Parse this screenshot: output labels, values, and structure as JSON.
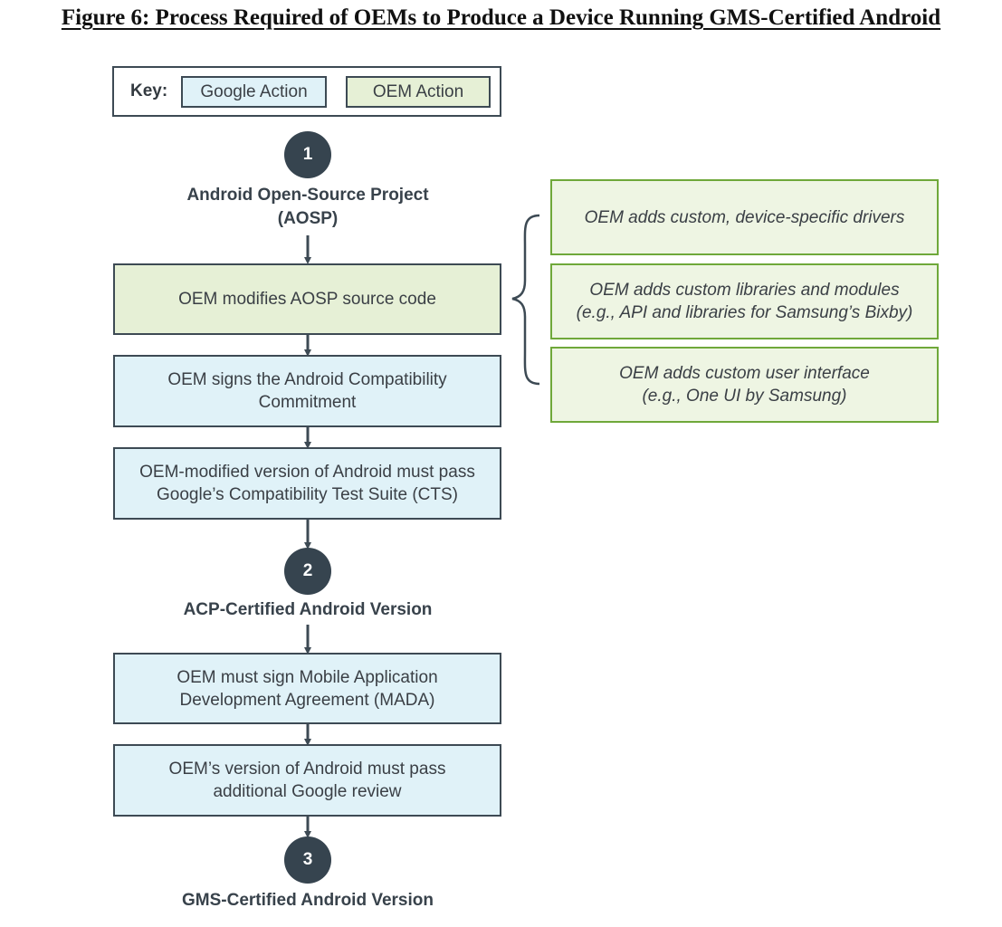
{
  "title": "Figure 6: Process Required of OEMs to Produce a Device Running GMS-Certified Android",
  "key": {
    "label": "Key:",
    "google": "Google Action",
    "oem": "OEM Action"
  },
  "milestones": [
    {
      "number": "1",
      "label_line1": "Android Open-Source Project",
      "label_line2": "(AOSP)"
    },
    {
      "number": "2",
      "label_line1": "ACP-Certified Android Version",
      "label_line2": ""
    },
    {
      "number": "3",
      "label_line1": "GMS-Certified Android Version",
      "label_line2": ""
    }
  ],
  "steps": [
    {
      "type": "oem",
      "line1": "OEM modifies AOSP source code",
      "line2": ""
    },
    {
      "type": "google",
      "line1": "OEM signs the Android Compatibility",
      "line2": "Commitment"
    },
    {
      "type": "google",
      "line1": "OEM-modified version of Android must pass",
      "line2": "Google’s Compatibility Test Suite (CTS)"
    },
    {
      "type": "google",
      "line1": "OEM must sign Mobile Application",
      "line2": "Development Agreement (MADA)"
    },
    {
      "type": "google",
      "line1": "OEM’s version of Android must pass",
      "line2": "additional Google review"
    }
  ],
  "modifications": [
    {
      "line1": "OEM adds custom, device-specific drivers",
      "line2": ""
    },
    {
      "line1": "OEM adds custom libraries and modules",
      "line2": "(e.g., API and libraries for Samsung’s Bixby)"
    },
    {
      "line1": "OEM adds custom user interface",
      "line2": "(e.g., One UI by Samsung)"
    }
  ],
  "colors": {
    "google_fill": "#e0f2f8",
    "oem_fill": "#e6f0d6",
    "side_border": "#6fa83a",
    "node_fill": "#36444f",
    "line": "#3d4a54"
  }
}
